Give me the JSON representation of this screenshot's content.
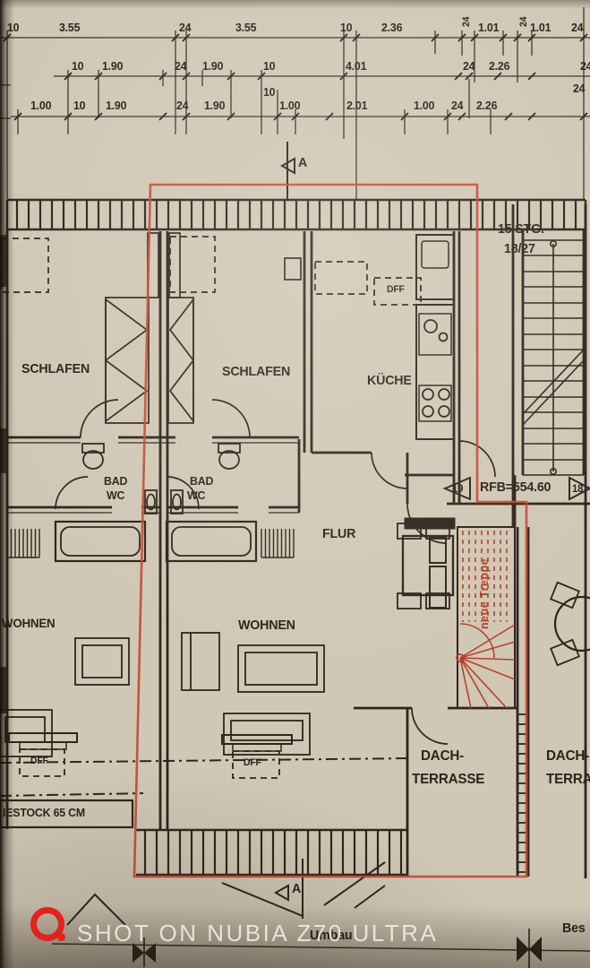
{
  "colors": {
    "paper": "#d1c7b5",
    "ink": "#2e261d",
    "highlight_red": "#c14a32",
    "watermark_red": "#e2221c"
  },
  "dimensions": {
    "row1": [
      "10",
      "3.55",
      "24",
      "3.55",
      "10",
      "2.36",
      "24",
      "1.01",
      "24",
      "1.01",
      "24"
    ],
    "row2": [
      "10",
      "1.90",
      "24",
      "1.90",
      "10",
      "4.01",
      "24",
      "2.26",
      "24"
    ],
    "row3": [
      "1.00",
      "10",
      "1.90",
      "24",
      "1.90",
      "10",
      "1.00",
      "2.01",
      "1.00",
      "24",
      "2.26",
      "24"
    ]
  },
  "section_marker": "A",
  "stairwell": {
    "steps": "15 STG.",
    "rise_run": "18/27"
  },
  "level": {
    "label": "RFB=554.60",
    "pos_left": "19",
    "pos_right": "18"
  },
  "rooms": {
    "schlafen": "SCHLAFEN",
    "kueche": "KÜCHE",
    "bad": "BAD",
    "wc": "WC",
    "flur": "FLUR",
    "wohnen": "WOHNEN",
    "dach": "DACH-",
    "terrasse": "TERRASSE"
  },
  "annotations": {
    "dff": "DFF",
    "kniestock": "IESTOCK 65 CM",
    "neue_treppe": "neue Treppe",
    "umbau": "Umbau",
    "bestand": "Bes"
  },
  "watermark": {
    "brand": "SHOT ON NUBIA Z70 ULTRA"
  }
}
